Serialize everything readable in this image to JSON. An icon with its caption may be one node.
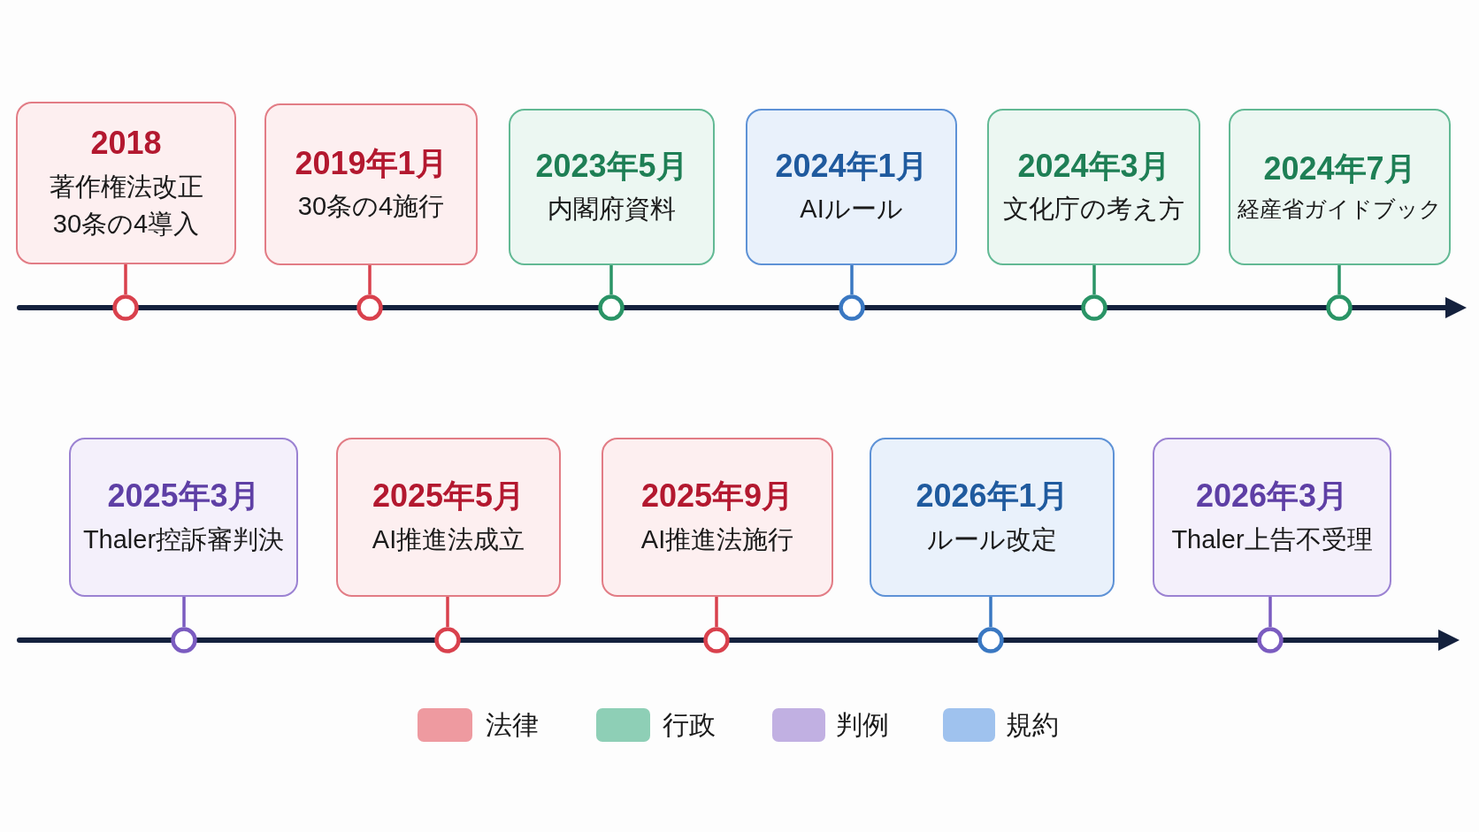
{
  "diagram": {
    "nodes": [
      {
        "text": [
          "2018",
          "著作権法改正30条の4導入"
        ]
      },
      {
        "text": [
          "2019年1月",
          "30条の4施行"
        ]
      },
      {
        "text": [
          "2023年5月",
          "内閣府資料"
        ]
      },
      {
        "text": [
          "2024年1月",
          "AIルール"
        ]
      },
      {
        "text": [
          "2024年3月",
          "文化庁の考え方"
        ]
      },
      {
        "text": [
          "2024年7月",
          "経産省ガイドブック"
        ]
      },
      {
        "text": [],
        "shape": "circle"
      },
      {
        "text": [],
        "shape": "circle"
      },
      {
        "text": [],
        "shape": "circle"
      },
      {
        "text": [],
        "shape": "circle"
      },
      {
        "text": [],
        "shape": "circle"
      },
      {
        "text": [],
        "shape": "circle"
      },
      {
        "text": [
          "2025年3月",
          "Thaler控訴審判決"
        ]
      },
      {
        "text": [
          "2025年5月",
          "AI推進法成立"
        ]
      },
      {
        "text": [
          "2025年9月",
          "AI推進法施行"
        ]
      },
      {
        "text": [
          "2026年1月",
          "ルール改定"
        ]
      },
      {
        "text": [
          "2026年3月",
          "Thaler上告不受理"
        ]
      },
      {
        "text": [],
        "shape": "circle"
      },
      {
        "text": [],
        "shape": "circle"
      },
      {
        "text": [],
        "shape": "circle"
      },
      {
        "text": [],
        "shape": "circle"
      },
      {
        "text": [],
        "shape": "circle"
      }
    ],
    "edges": [
      {
        "from": 0,
        "to": 6,
        "arrow": "none"
      },
      {
        "from": 1,
        "to": 7,
        "arrow": "none"
      },
      {
        "from": 2,
        "to": 8,
        "arrow": "none",
        "color": "#2a9466"
      },
      {
        "from": 3,
        "to": 9,
        "arrow": "none",
        "color": "#3a78c2"
      },
      {
        "from": 4,
        "to": 10,
        "arrow": "none",
        "color": "#2a9466"
      },
      {
        "from": 5,
        "to": 11,
        "arrow": "none",
        "color": "#2a9466"
      },
      {
        "from": 12,
        "to": 17,
        "arrow": "none",
        "color": "#7b5cc0"
      },
      {
        "from": 13,
        "to": 18,
        "arrow": "none"
      },
      {
        "from": 14,
        "to": 19,
        "arrow": "none"
      },
      {
        "from": 15,
        "to": 20,
        "arrow": "none",
        "color": "#3a78c2"
      },
      {
        "from": 16,
        "to": 21,
        "arrow": "none",
        "color": "#7b5cc0"
      }
    ],
    "legend": [
      {
        "text": "法律",
        "color": "#ee9aa0"
      },
      {
        "text": "行政",
        "color": "#8ecfb6"
      },
      {
        "text": "判例",
        "color": "#c1b0e2"
      },
      {
        "text": "規約",
        "color": "#9fc2ee"
      }
    ]
  }
}
